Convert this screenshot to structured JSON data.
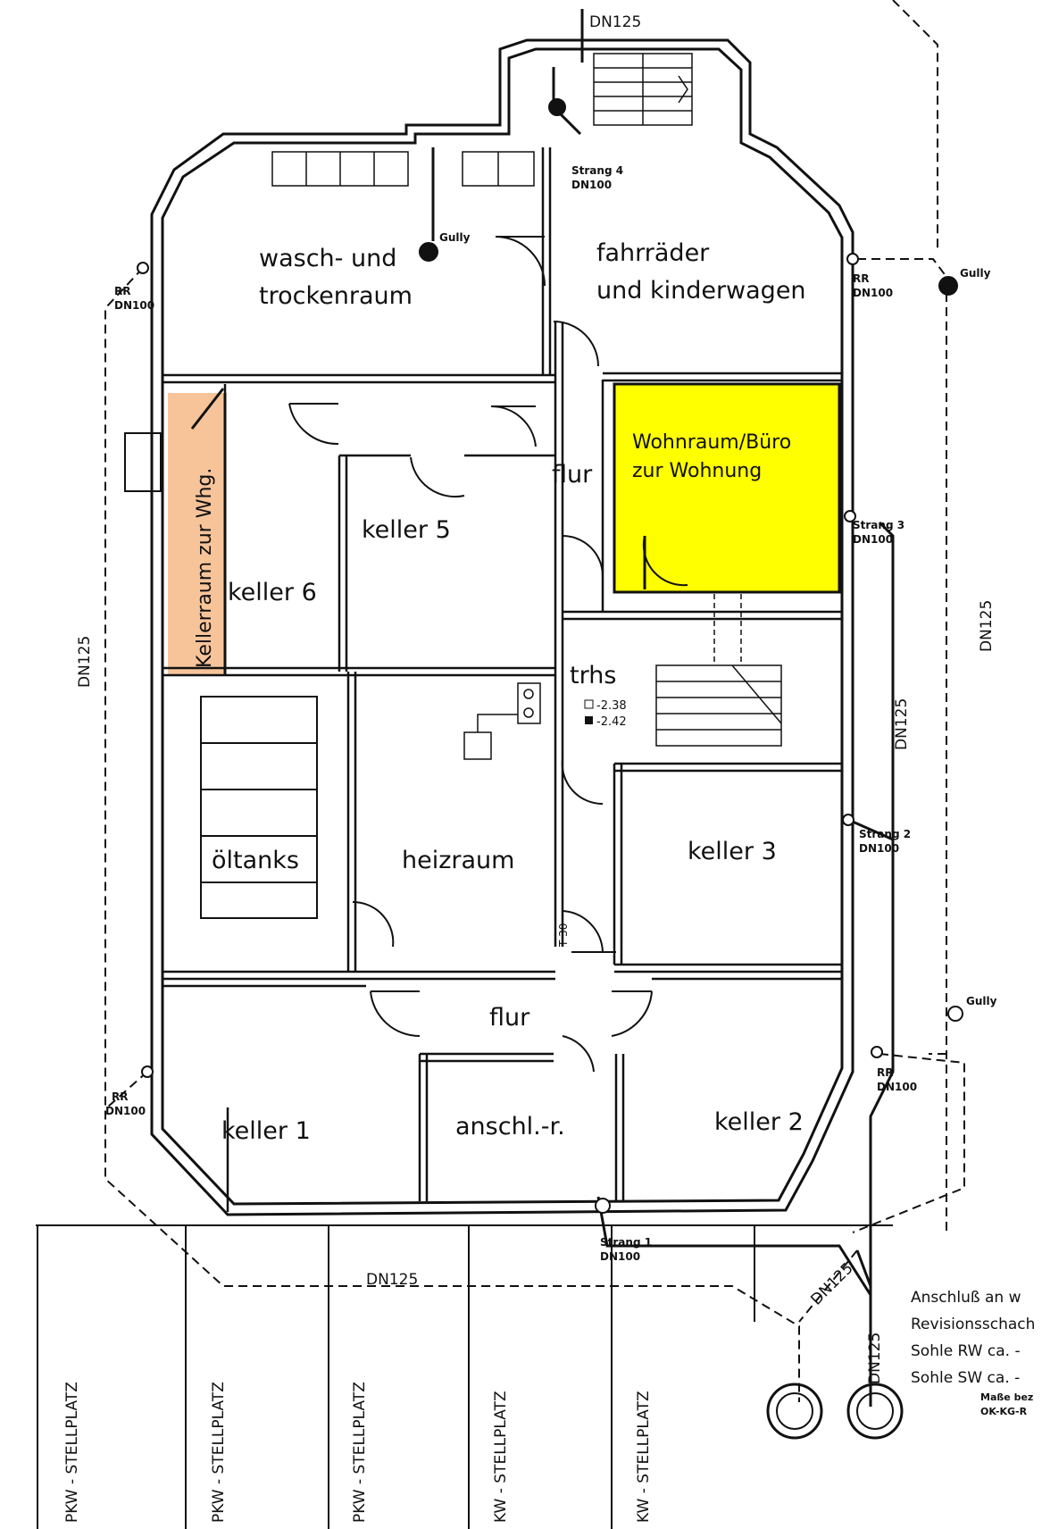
{
  "rooms": {
    "wasch_line1": "wasch- und",
    "wasch_line2": "trockenraum",
    "fahr_line1": "fahrräder",
    "fahr_line2": "und kinderwagen",
    "keller5": "keller 5",
    "keller6": "keller 6",
    "kellerraum_whg": "Kellerraum zur Whg.",
    "flur_top": "flur",
    "wohnraum_line1": "Wohnraum/Büro",
    "wohnraum_line2": "zur Wohnung",
    "trhs": "trhs",
    "level_1": "-2.38",
    "level_2": "-2.42",
    "oeltanks": "öltanks",
    "heizraum": "heizraum",
    "keller3": "keller 3",
    "flur_bottom": "flur",
    "keller1": "keller 1",
    "anschl": "anschl.-r.",
    "keller2": "keller 2",
    "t30": "T 30"
  },
  "pipes": {
    "dn125_top": "DN125",
    "dn125_left": "DN125",
    "dn125_right": "DN125",
    "dn125_right_inner": "DN125",
    "dn125_bottom": "DN125",
    "dn125_diag": "DN125",
    "dn125_vert": "DN125",
    "rr_label": "RR",
    "dn100_label": "DN100",
    "gully": "Gully",
    "strang1": "Strang 1",
    "strang2": "Strang 2",
    "strang3": "Strang 3",
    "strang4": "Strang 4"
  },
  "parking": [
    "PKW - STELLPLATZ",
    "PKW - STELLPLATZ",
    "PKW - STELLPLATZ",
    "KW - STELLPLATZ",
    "KW - STELLPLATZ"
  ],
  "notes": {
    "line1": "Anschluß an w",
    "line2": "Revisionsschach",
    "line3": "Sohle RW ca. -",
    "line4": "Sohle SW ca. -",
    "line5": "Maße bez",
    "line6": "OK-KG-R"
  },
  "colors": {
    "wohnraum": "#ffff00",
    "kellerraum": "#f7c49a",
    "ink": "#111111"
  }
}
